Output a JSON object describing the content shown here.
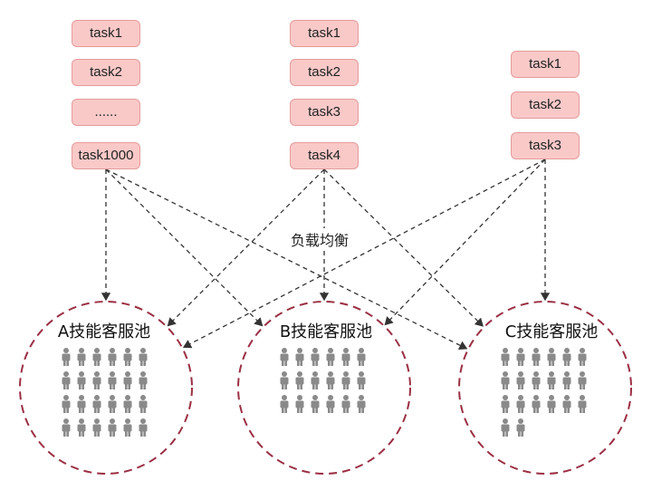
{
  "columns": [
    {
      "tasks": [
        "task1",
        "task2",
        "......",
        "task1000"
      ]
    },
    {
      "tasks": [
        "task1",
        "task2",
        "task3",
        "task4"
      ]
    },
    {
      "tasks": [
        "task1",
        "task2",
        "task3"
      ]
    }
  ],
  "load_balance_label": "负载均衡",
  "pools": [
    {
      "label": "A技能客服池",
      "agents": 24
    },
    {
      "label": "B技能客服池",
      "agents": 18
    },
    {
      "label": "C技能客服池",
      "agents": 20
    }
  ],
  "colors": {
    "task_fill": "#f9c9c8",
    "task_border": "#e59b9a",
    "pool_border": "#9b2f43",
    "arrow": "#333333",
    "person": "#8a8a8a"
  }
}
